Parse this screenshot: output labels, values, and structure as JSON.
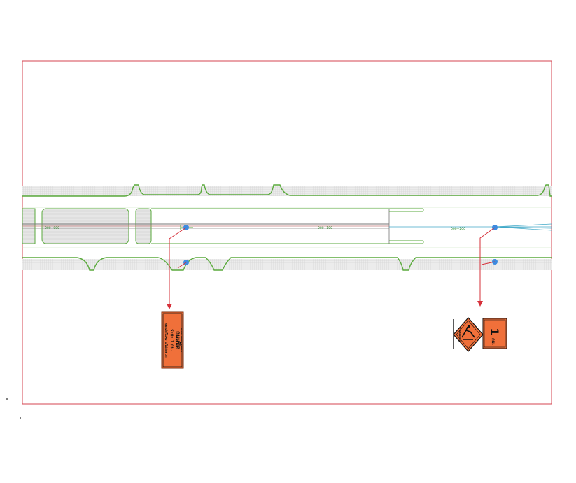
{
  "colors": {
    "frame": "#d64550",
    "curb": "#5aaa3c",
    "hatch": "#d4d4d4",
    "marker": "#3d8be0",
    "leader": "#d6303a",
    "sign_orange": "#f0703a",
    "median_line": "#7a7a7a",
    "cyan_line": "#41a9c8"
  },
  "stations": {
    "s1": "000+000",
    "s2": "000+100",
    "s3": "000+200"
  },
  "sign_left": {
    "line1": "ถนนปิด",
    "line2": "ระยะ 1 กม.",
    "line3": "ขออภัยในความไม่สะดวก",
    "small": "ROAD WORK AHEAD"
  },
  "sign_right": {
    "distance": "1",
    "unit": "กม.",
    "small_label": "งานซ่อมถนน"
  }
}
